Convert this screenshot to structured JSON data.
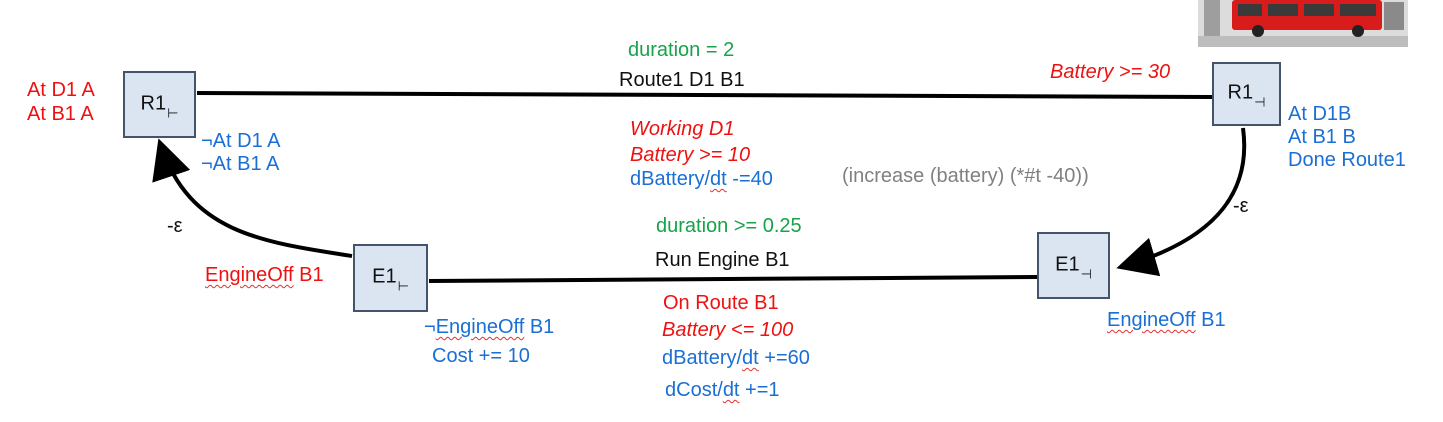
{
  "nodes": {
    "r1_start": {
      "label": "R1",
      "sub": "⊢"
    },
    "r1_end": {
      "label": "R1",
      "sub": "⊣"
    },
    "e1_start": {
      "label": "E1",
      "sub": "⊢"
    },
    "e1_end": {
      "label": "E1",
      "sub": "⊣"
    }
  },
  "route": {
    "duration": "duration = 2",
    "name": "Route1 D1 B1",
    "invariant_1": "Working D1",
    "invariant_2": "Battery >= 10",
    "effect_prefix": "dBattery/",
    "effect_dt": "dt",
    "effect_suffix": " -=40",
    "expression": "(increase (battery) (*#t -40))"
  },
  "r1_start": {
    "pre_1": "At D1 A",
    "pre_2": "At B1 A",
    "eff_1": "¬At D1 A",
    "eff_2": "¬At B1 A"
  },
  "r1_end": {
    "pre": "Battery >= 30",
    "eff_1": "At D1B",
    "eff_2": "At B1 B",
    "eff_3": "Done Route1"
  },
  "edges": {
    "epsilon_left": "-ε",
    "epsilon_right": "-ε"
  },
  "engine": {
    "duration": "duration >= 0.25",
    "name": "Run Engine B1",
    "inv_1": "On Route B1",
    "inv_2": "Battery <= 100",
    "eff_1_prefix": "dBattery/",
    "eff_1_dt": "dt",
    "eff_1_suffix": " +=60",
    "eff_2_prefix": "dCost/",
    "eff_2_dt": "dt",
    "eff_2_suffix": " +=1"
  },
  "e1_start": {
    "pre_prefix": "",
    "pre_word": "EngineOff",
    "pre_suffix": " B1",
    "eff_1_prefix": "¬",
    "eff_1_word": "EngineOff",
    "eff_1_suffix": " B1",
    "eff_2": "Cost += 10"
  },
  "e1_end": {
    "eff_word": "EngineOff",
    "eff_suffix": " B1"
  },
  "colors": {
    "precondition": "#ee1111",
    "effect": "#1a6fd4",
    "duration": "#16a34a",
    "expression": "#808080",
    "node_fill": "#dbe5f1"
  }
}
